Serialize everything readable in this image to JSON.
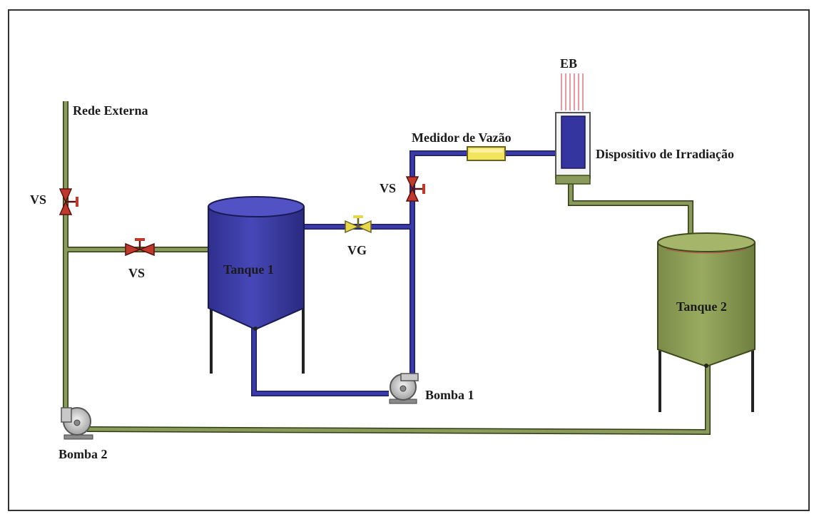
{
  "labels": {
    "rede_externa": "Rede Externa",
    "vs_vertical_left": "VS",
    "vs_horizontal": "VS",
    "tanque_1": "Tanque 1",
    "vg": "VG",
    "vs_upper": "VS",
    "medidor_de_vazao": "Medidor de Vazão",
    "eb": "EB",
    "dispositivo_de_irradiacao": "Dispositivo de Irradiação",
    "tanque_2": "Tanque 2",
    "bomba_1": "Bomba 1",
    "bomba_2": "Bomba 2"
  },
  "colors": {
    "clean_water_pipe": "#8a9a5b",
    "effluent_pipe": "#3b3ba8",
    "tank_1": "#3d3da6",
    "tank_2": "#8c9c55",
    "valve_vs": "#c0392b",
    "valve_vg": "#e6d84a",
    "flow_meter": "#f2e45c",
    "electron_beam": "#e06070",
    "pump": "#c8c8c8"
  }
}
